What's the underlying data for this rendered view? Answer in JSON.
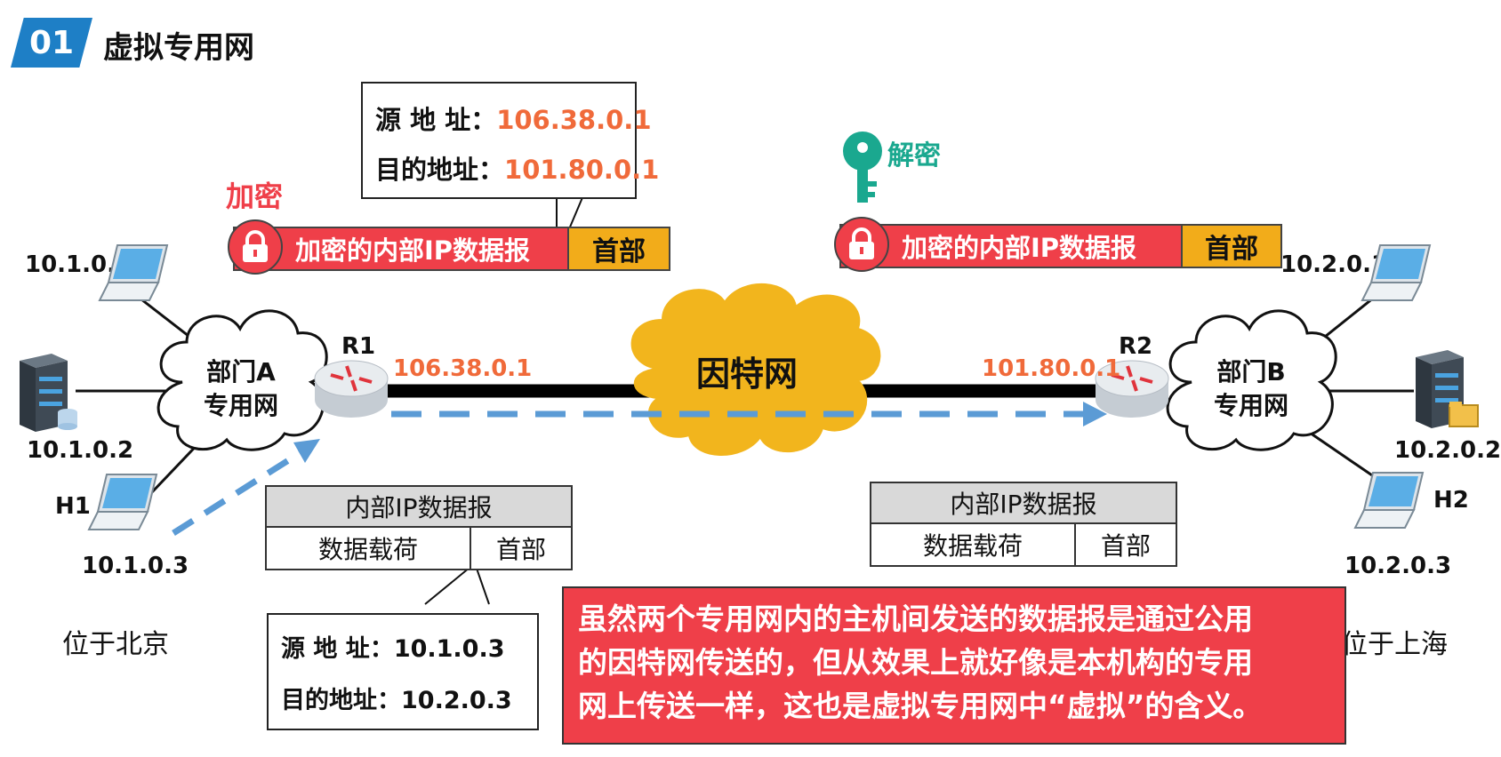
{
  "header": {
    "badge": "01",
    "title": "虚拟专用网"
  },
  "left_callout": {
    "src_label": "源 地 址：",
    "src_ip": "106.38.0.1",
    "dst_label": "目的地址：",
    "dst_ip": "101.80.0.1"
  },
  "encrypt_label": "加密",
  "decrypt_label": "解密",
  "packet_left": {
    "body": "加密的内部IP数据报",
    "header": "首部"
  },
  "packet_right": {
    "body": "加密的内部IP数据报",
    "header": "首部"
  },
  "hosts_a": {
    "h1": "10.1.0.1",
    "h2": "10.1.0.2",
    "h3": "10.1.0.3",
    "name": "H1"
  },
  "hosts_b": {
    "h1": "10.2.0.1",
    "h2": "10.2.0.2",
    "h3": "10.2.0.3",
    "name": "H2"
  },
  "cloud_a": {
    "line1": "部门A",
    "line2": "专用网"
  },
  "cloud_b": {
    "line1": "部门B",
    "line2": "专用网"
  },
  "internet": "因特网",
  "router_r1": {
    "name": "R1",
    "ip": "106.38.0.1"
  },
  "router_r2": {
    "name": "R2",
    "ip": "101.80.0.1"
  },
  "datagram_left": {
    "title": "内部IP数据报",
    "payload": "数据载荷",
    "header": "首部"
  },
  "datagram_right": {
    "title": "内部IP数据报",
    "payload": "数据载荷",
    "header": "首部"
  },
  "bottom_callout": {
    "src_label": "源 地 址：",
    "src_ip": "10.1.0.3",
    "dst_label": "目的地址：",
    "dst_ip": "10.2.0.3"
  },
  "location_a": "位于北京",
  "location_b": "位于上海",
  "note": {
    "line1": "虽然两个专用网内的主机间发送的数据报是通过公用",
    "line2": "的因特网传送的，但从效果上就好像是本机构的专用",
    "line3": "网上传送一样，这也是虚拟专用网中“虚拟”的含义。"
  },
  "colors": {
    "accent_blue": "#1e7fc6",
    "packet_red": "#ef3f49",
    "header_orange": "#f2ac1a",
    "ip_orange": "#f06a3a",
    "key_teal": "#1aa88f",
    "cloud_yellow": "#f2b51d",
    "path_blue": "#5b9bd5"
  }
}
